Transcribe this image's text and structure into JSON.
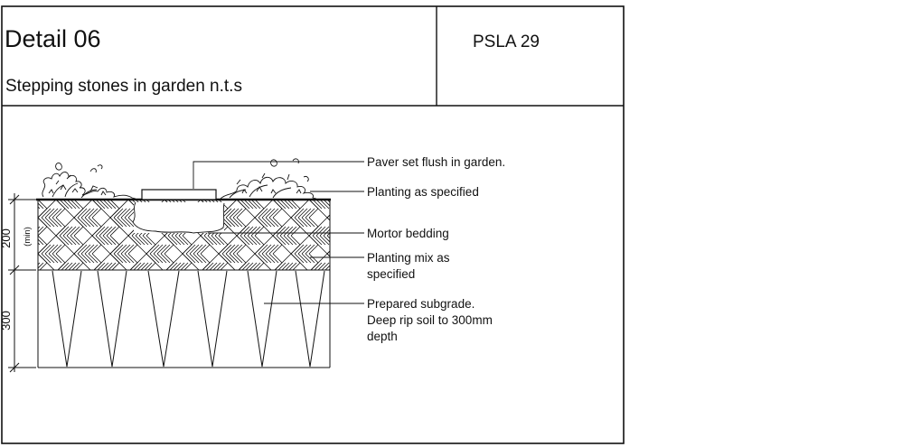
{
  "header": {
    "title": "Detail 06",
    "subtitle": "Stepping stones in garden n.t.s",
    "code": "PSLA 29"
  },
  "annotations": [
    {
      "id": "paver",
      "lines": [
        "Paver set flush in garden."
      ]
    },
    {
      "id": "planting",
      "lines": [
        "Planting as specified"
      ]
    },
    {
      "id": "mortar",
      "lines": [
        "Mortor bedding"
      ]
    },
    {
      "id": "mix",
      "lines": [
        "Planting mix as",
        "specified"
      ]
    },
    {
      "id": "subgrade",
      "lines": [
        "Prepared subgrade.",
        "Deep rip soil to 300mm",
        "depth"
      ]
    }
  ],
  "dimensions": {
    "upper_value": "200",
    "upper_note": "(min)",
    "lower_value": "300"
  },
  "colors": {
    "line": "#111111",
    "background": "#ffffff"
  }
}
